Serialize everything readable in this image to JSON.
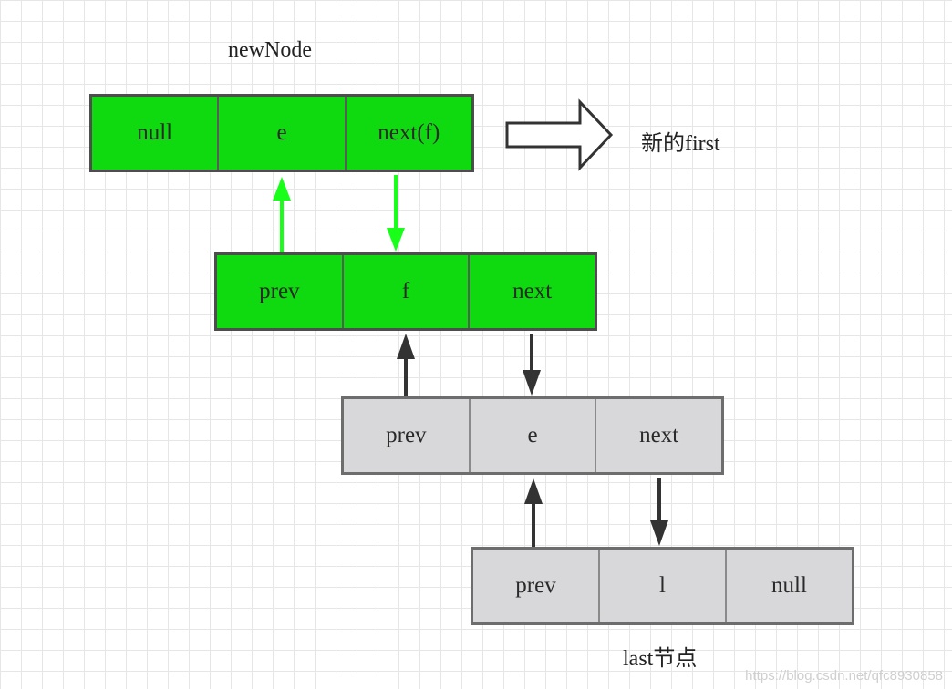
{
  "labels": {
    "new_node": "newNode",
    "new_first": "新的first",
    "last_node": "last节点"
  },
  "nodes": {
    "new_node": {
      "prev": "null",
      "item": "e",
      "next": "next(f)"
    },
    "first_node": {
      "prev": "prev",
      "item": "f",
      "next": "next"
    },
    "middle_node": {
      "prev": "prev",
      "item": "e",
      "next": "next"
    },
    "last_node": {
      "prev": "prev",
      "item": "l",
      "next": "null"
    }
  },
  "colors": {
    "highlight_node": "#0fd90f",
    "normal_node": "#d8d8da",
    "highlight_arrow": "#1aff1a",
    "normal_arrow": "#333333"
  },
  "watermark": "https://blog.csdn.net/qfc8930858"
}
